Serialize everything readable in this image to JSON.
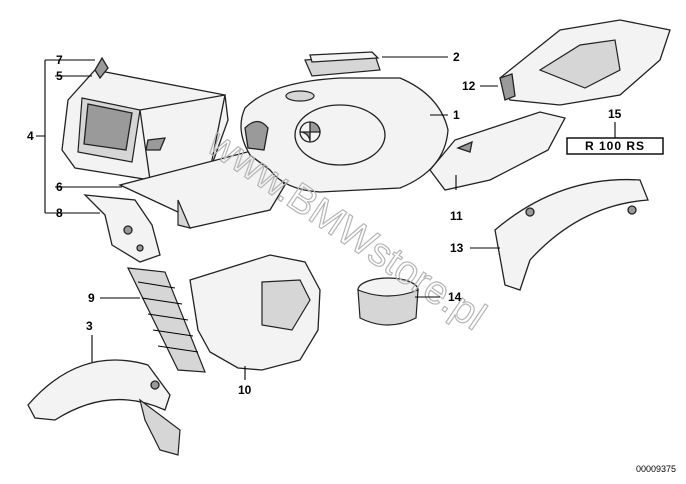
{
  "diagram": {
    "callouts": [
      "1",
      "2",
      "3",
      "4",
      "5",
      "6",
      "7",
      "8",
      "9",
      "10",
      "11",
      "12",
      "13",
      "14",
      "15"
    ],
    "badge_text": "R 100 RS",
    "watermark": "www.BMWstore.pl",
    "drawing_number": "00009375"
  }
}
